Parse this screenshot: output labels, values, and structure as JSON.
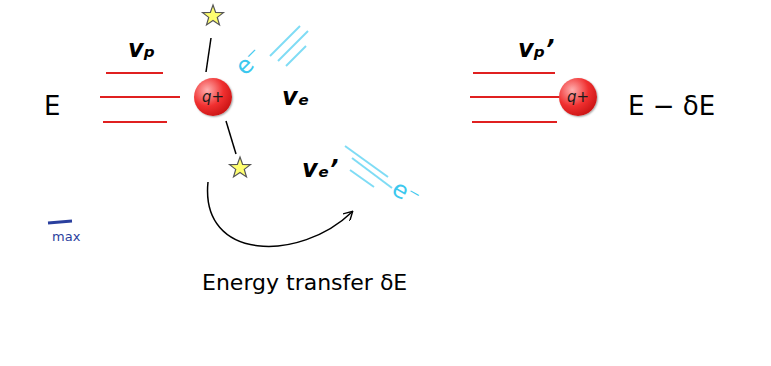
{
  "diagram": {
    "nodes": [
      {
        "text": [
          "q+"
        ]
      },
      {
        "text": [
          "q+"
        ]
      }
    ],
    "labels": [
      "vₚ",
      "E",
      "vₑ",
      "e⁻",
      "vₑ’",
      "e⁻",
      "vₚ’",
      "E − δE",
      "Energy transfer δE",
      "max"
    ]
  }
}
